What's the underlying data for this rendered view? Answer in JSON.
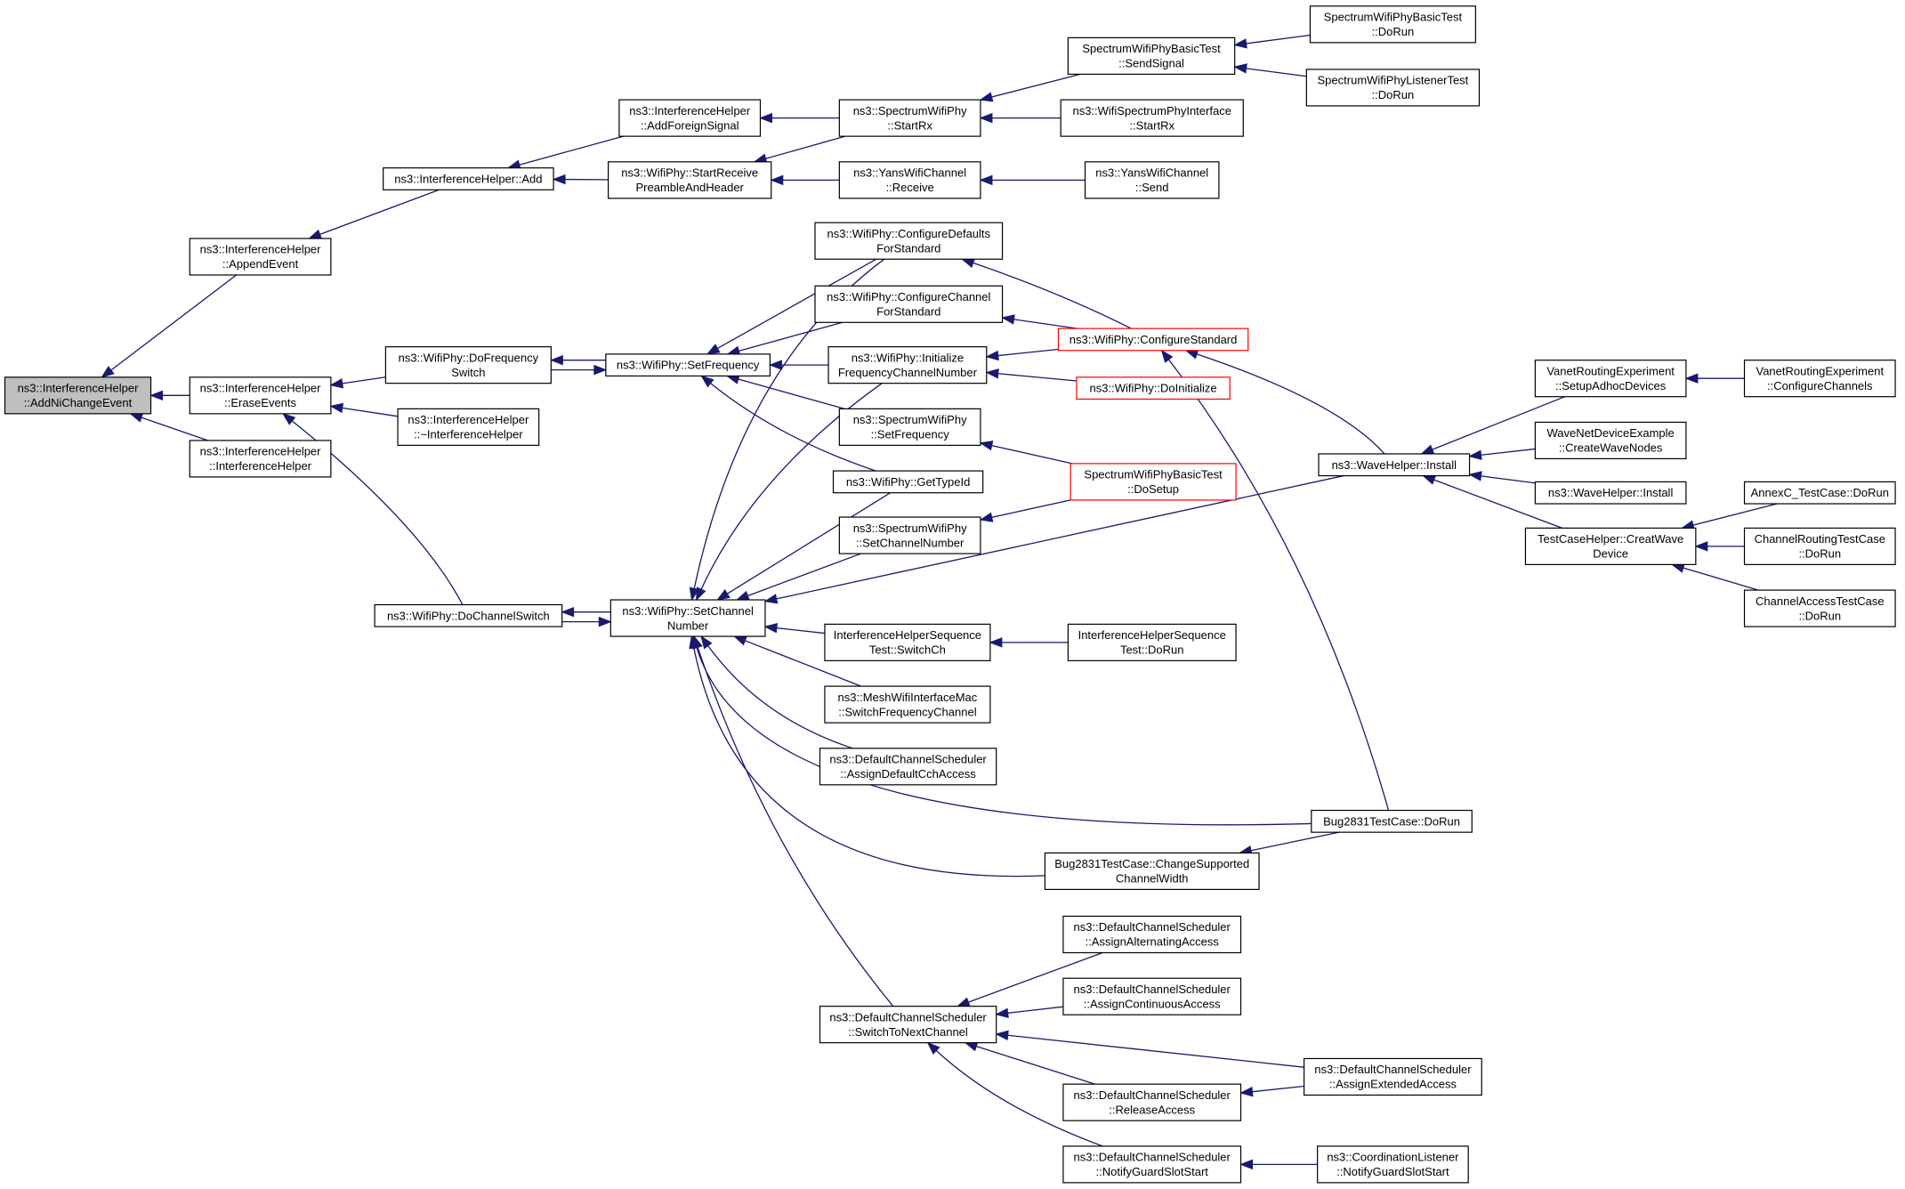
{
  "nodes": [
    {
      "id": "root",
      "lines": [
        "ns3::InterferenceHelper",
        "::AddNiChangeEvent"
      ],
      "style": "root"
    },
    {
      "id": "append",
      "lines": [
        "ns3::InterferenceHelper",
        "::AppendEvent"
      ]
    },
    {
      "id": "erase",
      "lines": [
        "ns3::InterferenceHelper",
        "::EraseEvents"
      ]
    },
    {
      "id": "ihctor",
      "lines": [
        "ns3::InterferenceHelper",
        "::InterferenceHelper"
      ]
    },
    {
      "id": "add",
      "lines": [
        "ns3::InterferenceHelper::Add"
      ]
    },
    {
      "id": "addforeign",
      "lines": [
        "ns3::InterferenceHelper",
        "::AddForeignSignal"
      ]
    },
    {
      "id": "startrecv",
      "lines": [
        "ns3::WifiPhy::StartReceive",
        "PreambleAndHeader"
      ]
    },
    {
      "id": "specstartrx",
      "lines": [
        "ns3::SpectrumWifiPhy",
        "::StartRx"
      ]
    },
    {
      "id": "yansrecv",
      "lines": [
        "ns3::YansWifiChannel",
        "::Receive"
      ]
    },
    {
      "id": "sendsignal",
      "lines": [
        "SpectrumWifiPhyBasicTest",
        "::SendSignal"
      ]
    },
    {
      "id": "wsistartrx",
      "lines": [
        "ns3::WifiSpectrumPhyInterface",
        "::StartRx"
      ]
    },
    {
      "id": "yanssend",
      "lines": [
        "ns3::YansWifiChannel",
        "::Send"
      ]
    },
    {
      "id": "basicdorun",
      "lines": [
        "SpectrumWifiPhyBasicTest",
        "::DoRun"
      ]
    },
    {
      "id": "listenerdorun",
      "lines": [
        "SpectrumWifiPhyListenerTest",
        "::DoRun"
      ]
    },
    {
      "id": "dofreqswitch",
      "lines": [
        "ns3::WifiPhy::DoFrequency",
        "Switch"
      ]
    },
    {
      "id": "ihdtor",
      "lines": [
        "ns3::InterferenceHelper",
        "::~InterferenceHelper"
      ]
    },
    {
      "id": "dochanswitch",
      "lines": [
        "ns3::WifiPhy::DoChannelSwitch"
      ]
    },
    {
      "id": "setfreq",
      "lines": [
        "ns3::WifiPhy::SetFrequency"
      ]
    },
    {
      "id": "setchan",
      "lines": [
        "ns3::WifiPhy::SetChannel",
        "Number"
      ]
    },
    {
      "id": "cfgdefaults",
      "lines": [
        "ns3::WifiPhy::ConfigureDefaults",
        "ForStandard"
      ]
    },
    {
      "id": "cfgchannel",
      "lines": [
        "ns3::WifiPhy::ConfigureChannel",
        "ForStandard"
      ]
    },
    {
      "id": "initfreq",
      "lines": [
        "ns3::WifiPhy::Initialize",
        "FrequencyChannelNumber"
      ]
    },
    {
      "id": "specsetfreq",
      "lines": [
        "ns3::SpectrumWifiPhy",
        "::SetFrequency"
      ]
    },
    {
      "id": "gettypeid",
      "lines": [
        "ns3::WifiPhy::GetTypeId"
      ]
    },
    {
      "id": "specsetchan",
      "lines": [
        "ns3::SpectrumWifiPhy",
        "::SetChannelNumber"
      ]
    },
    {
      "id": "ihsswitch",
      "lines": [
        "InterferenceHelperSequence",
        "Test::SwitchCh"
      ]
    },
    {
      "id": "meshswitch",
      "lines": [
        "ns3::MeshWifiInterfaceMac",
        "::SwitchFrequencyChannel"
      ]
    },
    {
      "id": "assigncch",
      "lines": [
        "ns3::DefaultChannelScheduler",
        "::AssignDefaultCchAccess"
      ]
    },
    {
      "id": "bugchange",
      "lines": [
        "Bug2831TestCase::ChangeSupported",
        "ChannelWidth"
      ]
    },
    {
      "id": "switchnext",
      "lines": [
        "ns3::DefaultChannelScheduler",
        "::SwitchToNextChannel"
      ]
    },
    {
      "id": "cfgstd",
      "lines": [
        "ns3::WifiPhy::ConfigureStandard"
      ],
      "style": "red"
    },
    {
      "id": "doinit",
      "lines": [
        "ns3::WifiPhy::DoInitialize"
      ],
      "style": "red"
    },
    {
      "id": "dosetup",
      "lines": [
        "SpectrumWifiPhyBasicTest",
        "::DoSetup"
      ],
      "style": "red"
    },
    {
      "id": "ihsdorun",
      "lines": [
        "InterferenceHelperSequence",
        "Test::DoRun"
      ]
    },
    {
      "id": "bugdorun",
      "lines": [
        "Bug2831TestCase::DoRun"
      ]
    },
    {
      "id": "assignalt",
      "lines": [
        "ns3::DefaultChannelScheduler",
        "::AssignAlternatingAccess"
      ]
    },
    {
      "id": "assigncont",
      "lines": [
        "ns3::DefaultChannelScheduler",
        "::AssignContinuousAccess"
      ]
    },
    {
      "id": "release",
      "lines": [
        "ns3::DefaultChannelScheduler",
        "::ReleaseAccess"
      ]
    },
    {
      "id": "guardslot",
      "lines": [
        "ns3::DefaultChannelScheduler",
        "::NotifyGuardSlotStart"
      ]
    },
    {
      "id": "assignext",
      "lines": [
        "ns3::DefaultChannelScheduler",
        "::AssignExtendedAccess"
      ]
    },
    {
      "id": "coordguard",
      "lines": [
        "ns3::CoordinationListener",
        "::NotifyGuardSlotStart"
      ]
    },
    {
      "id": "waveinstall",
      "lines": [
        "ns3::WaveHelper::Install"
      ]
    },
    {
      "id": "vanetsetup",
      "lines": [
        "VanetRoutingExperiment",
        "::SetupAdhocDevices"
      ]
    },
    {
      "id": "wavenet",
      "lines": [
        "WaveNetDeviceExample",
        "::CreateWaveNodes"
      ]
    },
    {
      "id": "waveinstall2",
      "lines": [
        "ns3::WaveHelper::Install"
      ]
    },
    {
      "id": "tchelper",
      "lines": [
        "TestCaseHelper::CreatWave",
        "Device"
      ]
    },
    {
      "id": "vanetcfg",
      "lines": [
        "VanetRoutingExperiment",
        "::ConfigureChannels"
      ]
    },
    {
      "id": "annexc",
      "lines": [
        "AnnexC_TestCase::DoRun"
      ]
    },
    {
      "id": "chanrouting",
      "lines": [
        "ChannelRoutingTestCase",
        "::DoRun"
      ]
    },
    {
      "id": "chanaccess",
      "lines": [
        "ChannelAccessTestCase",
        "::DoRun"
      ]
    }
  ]
}
